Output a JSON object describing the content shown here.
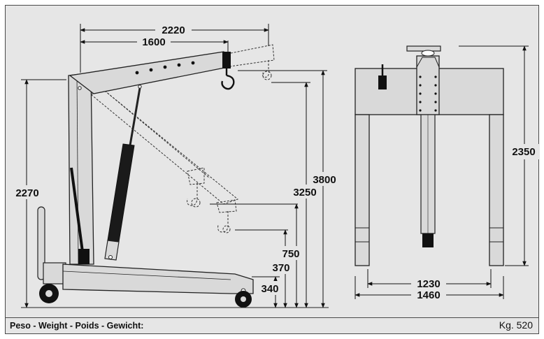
{
  "dimensions": {
    "boom_max": "2220",
    "boom_min": "1600",
    "height_total": "2270",
    "hook_max": "3800",
    "hook_mid": "3250",
    "hook_750": "750",
    "hook_370": "370",
    "hook_340": "340",
    "front_height": "2350",
    "inner_width": "1230",
    "outer_width": "1460"
  },
  "footer": {
    "weight_label": "Peso - Weight - Poids - Gewicht:",
    "weight_value": "Kg. 520"
  },
  "colors": {
    "line": "#222222",
    "metal": "#d9d9d9",
    "background": "#e6e6e6",
    "dark": "#111111"
  }
}
